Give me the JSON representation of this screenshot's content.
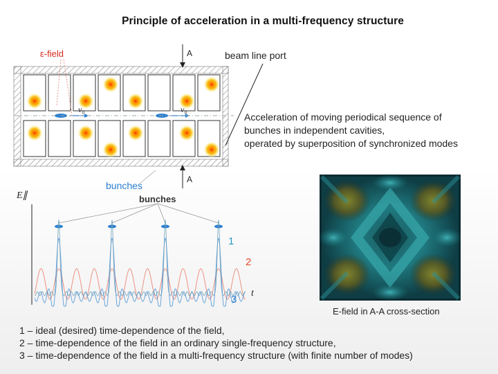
{
  "title": "Principle of acceleration in a multi-frequency structure",
  "labels": {
    "efield": "ε-field",
    "plane_a_top": "A",
    "plane_a_bottom": "A",
    "beam_line_port": "beam line port",
    "bunches_top": "bunches",
    "bunches_plot": "bunches",
    "v0_left": "v₀",
    "v0_right": "v₀",
    "y_axis": "E∥",
    "x_axis": "t",
    "curve_1": "1",
    "curve_2": "2",
    "curve_3": "3"
  },
  "description": [
    "Acceleration of moving periodical sequence of",
    "bunches in independent cavities,",
    "operated by superposition of synchronized modes"
  ],
  "cross_section_caption": "E-field in A-A cross-section",
  "legend": [
    "1 – ideal (desired) time-dependence of the field,",
    "2 – time-dependence of the field in an ordinary single-frequency structure,",
    "3 – time-dependence of the field in a multi-frequency structure (with finite number of modes)"
  ],
  "colors": {
    "curve_1": "#6a9fb8",
    "curve_2": "#e64b2e",
    "curve_3": "#2a7fd0",
    "bunch": "#2a7fd0",
    "efield_label": "#d62b1f",
    "bunches_label": "#2a7fd0"
  }
}
